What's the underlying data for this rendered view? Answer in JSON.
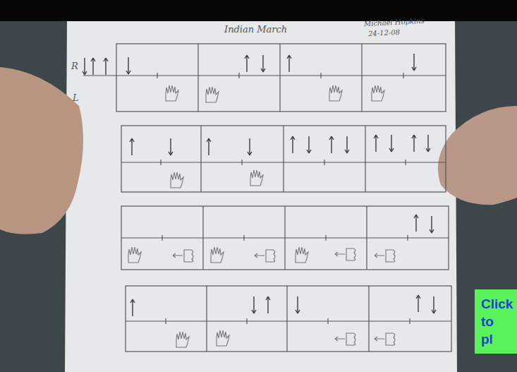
{
  "diagram": {
    "title": "Indian March",
    "nodes": [
      {
        "text": [
          "Click to pl"
        ]
      }
    ],
    "labels": [
      "R",
      "L",
      "Michael Hopkins",
      "24-12-08"
    ]
  }
}
